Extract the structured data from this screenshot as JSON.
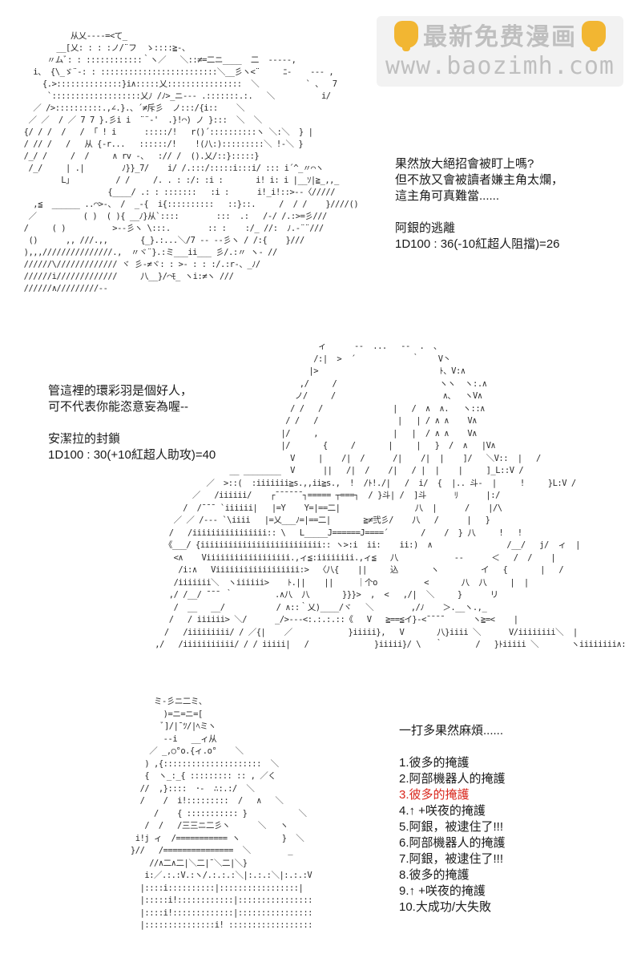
{
  "watermark": {
    "title": "最新免费漫画",
    "url": "www.baozimh.com",
    "icon": "pointing-hand-icon"
  },
  "section1": {
    "art": "            从乂----=<て_\n         __[乂: : : :ノ/¨フ  ゝ::::≧-、\n       〃ムﾞ: : ::::::::::::｀ヽ／   ＼::≠=二ニ____  二  -----,\n    i、 {\\_ゞ¨-: : :::::::::::::::::::::::::＼__彡ヽ<¨     ﾆ-    --- ,\n      {.>::::::::::::::}i∧:::::乂::::::::::::::::  ＼          ` 、  7\n       `:::::::::::::::::::乂ﾉ /ﾉ>_ニ--- .:::::::.:.   ＼          i/\n    ／ />::::::::::.,∠.}.、´≠斥彡  ノ:::/{i::    ＼\n   ／ ／  / ／ 7 7 }.彡i i  ¨¨-'  .}!⌒) ノ }:::  ＼  ＼\n  {/ / /  /   /  ｢ ! i      :::::/!   r()´::::::::::ヽ ＼:＼  } |\n  / // /   /   从 {-r...   ::::::/!    !(八:):::::::::＼ !-＼ }\n  /_/ /     /  /     ∧ rv -、  :// /  ().乂/::}:::::}\n   /_/     | .|        ﾉ}}_7/    i/ /.:::/:::::i:::i/ ::: i´^_〃⌒ヽ\n          L」         / /     /. . : :/: :i :       i! i: i |__ｿ|≧_,,_\n                    {____/ .: : :::::::   :i :      i!_i!::>--〈/////\n    ,≦  ______ ..⌒>-、 /  _-{  i{::::::::::   ::}::.     /  / /    }////()\n   ／          ( )  ( ){ __ﾉ}从`::::        :::  .:   /-/ /.:>=彡/// \n  /     ( )          >--彡ヽ \\:::.        :: :    :/_ //:  ﾉ.-¨¨///\n   ()      ,, ///.,,       {_}.:...＼/7 -- --彡ヽ / /:{    }///\n  ),,,///////////////.,  〃ヾ¨}.:ミ___ii___ 彡/.:〃 ヽ- //\n  //////\\///////////// ヾ 彡-≠ヾ: : >- : : :/.:r-、_ﾉ/\n  //////i/////////////     八__}/⌒ﾓ_ ヽi:≠ヽ ///\n  //////∧/////////--",
    "lines": [
      "果然放大絕招會被盯上嗎?",
      "但不放又會被讀者嫌主角太爛，",
      "這主角可真難當......",
      "",
      "阿銀的逃離",
      "1D100 : 36(-10紅超人阻擋)=26"
    ]
  },
  "section2": {
    "art": "                                       ィ      --  ...   --  .  、\n                                      /:|  >  ´            ｀    V丶\n                                     |>                          ﾄ、V:∧\n                                   ,/     /                      ヽヽ  ヽ:.∧\n                                  ノ/     /                       ∧、  ヽV∧\n                                 / /   /               |   /  ∧  ∧.   ヽ::∧\n                                / /   /                 |   | / ∧ ∧    V∧\n                               |/     ,                |   |  / ∧ ∧    V∧\n                               |/       {     /       |     |   }  /  ∧   |V∧\n                                 V     |    /|  /      /|    /|  |    ]/   ＼V::  |   /\n                    __ ________  V      ||   /|  /    /|   / |  |    |     ]_L::V /\n               ／  >::(  :iiiiiii≧s.,,ii≧s.,  !  /ﾄ!./|   /  i/  {  |.. 斗-  |     !     }L:V /\n            ／   /iiiiii/    ┌¯¯¯¯¯¯┐===== ┬===┐  / }斗| /  ]斗      ﾘ      |:/\n          /  /¯¯¯ `iiiiii|   |=Y    Y=|==二|                八  |      /    |/\\\n        ／ ／ /--- `\\iiii   |=乂___ﾉ=|==二|       ≧≠弐彡/    八   /      |   }\n       /   /iiiiiiiiiiiiiiii:: \\   L_____J======J====´       /    /  } 八     !   !\n      《___/ {iiiiiiiiiiiiiiiiiiiiiiiiii:: ヽ>:i  ii:    ii:)  ∧                /__/   j/  ィ  |\n        <∧    Viiiiiiiiiiiiiiiiii.,ィ≦:iiiiiiii.,ィ≦   八            --      ＜   /  /    |\n         /i:∧   Viiiiiiiiiiiiiiiiii:>  〈八{    ||     込       ヽ         イ   {       |   /\n        /iiiiiii＼  ヽiiiiii>    ﾄ.||    ||     ｜个o          <       八  八     |  |\n       ,/ /__/ ¯¯¯ ｀         .∧八  八       }}}>  ,  <   ,/|  ＼     }      リ\n        /  __   __/           / ∧::｀乂)____/ヾ   ＼        ,/ﾉ    ＞.__ヽ.,_   \n       /   / iiiiii> ＼/      _/>---<:.:.:.::《   V   ≧==≦イ}-<¯¯¯¯      ヽ≧=<    |\n      /   /iiiiiiiii/ / ／{|    ／            }iiiii},   V       八}iiii ＼      V/iiiiiiii＼  |\n    ,/   /iiiiiiiiiii/ / / iiiii|   /              }iiiii}/ \\   ｀       /   }ﾄiiiii ＼       ヽiiiiiiii∧:  ヽ",
    "lines": [
      "管這裡的環彩羽是個好人，",
      "可不代表你能恣意妄為喔--",
      "",
      "安潔拉的封鎖",
      "1D100 : 30(+10紅超人助攻)=40"
    ]
  },
  "section3": {
    "art": "           ミ-彡ニ二ミ、\n             )=ニ=ニ=[\n             ﾞ]/|¯ﾂ/|ﾍミヽ\n             --i   __ィ从\n          ／ _,○°o.{ィ.o°    ＼\n         ) ,{:::::::::::::::::::::  ＼\n         {  ヽ_:_{ ::::::::: :: , ／く\n        //  ,}::::  ･-  ∴:.:/  ＼\n        /    /  i!:::::::::  /   ∧   ＼\n           /    { ::::::::::: }           ＼\n         /  /   /三三ニ二彡ヽ      ＼   ヽ\n       i!j ィ  /=========== ヽ         }  ＼  }\n      }//   /===============  ＼        _\n          //∧二∧二|＼二|¯＼二|＼}\n         i:／.:.:V.:ヽ/.:.:.:＼|:.:.:＼|:.:.:V\n        |::::i::::::::::|:::::::::::::::::|\n        |:::::i!::::::::::::|::::::::::::::::|\n        |::::i!:::::::::::::|:::::::::::::::::{\n        |:::::::::::::::i! ::::::::::::::::::/ヽ",
    "lines": [
      {
        "text": "一打多果然麻煩......",
        "highlight": false
      },
      {
        "text": "",
        "highlight": false
      },
      {
        "text": "1.彼多的掩護",
        "highlight": false
      },
      {
        "text": "2.阿部機器人的掩護",
        "highlight": false
      },
      {
        "text": "3.彼多的掩護",
        "highlight": true
      },
      {
        "text": "4.↑ +咲夜的掩護",
        "highlight": false
      },
      {
        "text": "5.阿銀，被逮住了!!!",
        "highlight": false
      },
      {
        "text": "6.阿部機器人的掩護",
        "highlight": false
      },
      {
        "text": "7.阿銀，被逮住了!!!",
        "highlight": false
      },
      {
        "text": "8.彼多的掩護",
        "highlight": false
      },
      {
        "text": "9.↑ +咲夜的掩護",
        "highlight": false
      },
      {
        "text": "10.大成功/大失敗",
        "highlight": false
      }
    ]
  },
  "colors": {
    "highlight": "#d9261c",
    "text": "#1a1a1a",
    "watermark_icon": "#f2b632"
  }
}
